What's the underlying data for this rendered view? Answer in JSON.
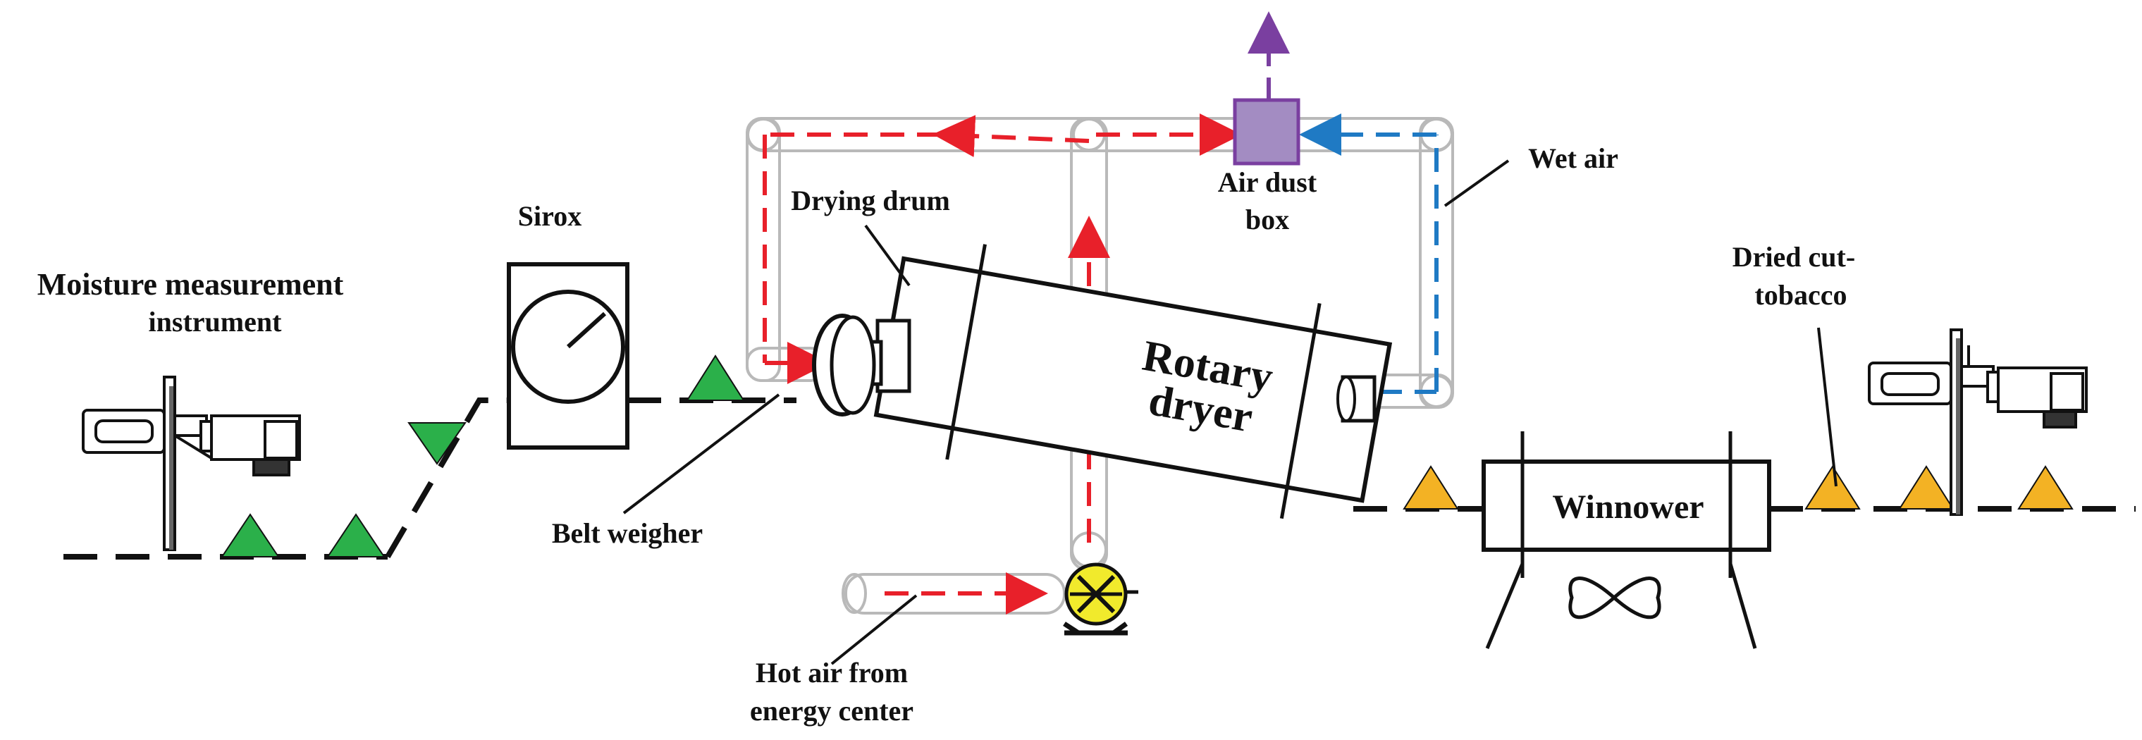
{
  "labels": {
    "moisture_line1": "Moisture measurement",
    "moisture_line2": "instrument",
    "sirox": "Sirox",
    "drying_drum": "Drying drum",
    "air_dust_box_line1": "Air dust",
    "air_dust_box_line2": "box",
    "wet_air": "Wet air",
    "rotary_line1": "Rotary",
    "rotary_line2": "dryer",
    "belt_weigher": "Belt weigher",
    "hot_air_line1": "Hot air from",
    "hot_air_line2": "energy center",
    "dried_line1": "Dried cut-",
    "dried_line2": "tobacco",
    "winnower": "Winnower"
  },
  "colors": {
    "hot_air_flow": "#e8202a",
    "wet_air_flow": "#1f7ac4",
    "exhaust_flow": "#7a3fa0",
    "dust_box_fill": "#a38cc2",
    "dust_box_stroke": "#7a3fa0",
    "fan_fill": "#f1ea2c",
    "wet_tobacco": "#2bb04a",
    "dried_tobacco": "#f3b224",
    "duct": "#b9b9b9"
  }
}
